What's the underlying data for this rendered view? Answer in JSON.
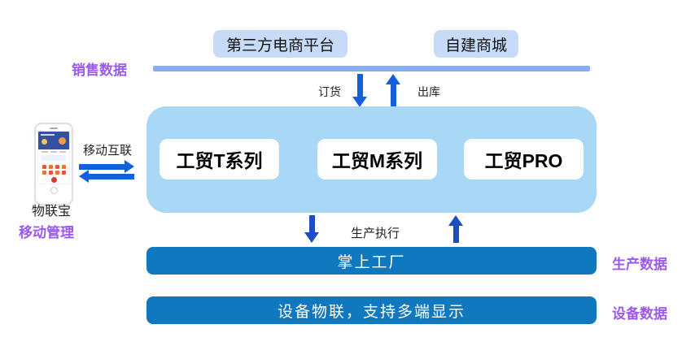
{
  "diagram": {
    "platforms": {
      "third_party": "第三方电商平台",
      "self_built": "自建商城"
    },
    "flow_labels": {
      "sales_data": "销售数据",
      "order": "订货",
      "outbound": "出库",
      "mobile_interconnect": "移动互联",
      "mobile_management": "移动管理",
      "production_execution": "生产执行",
      "production_data": "生产数据",
      "device_data": "设备数据"
    },
    "phone": {
      "caption": "物联宝"
    },
    "products": [
      {
        "label": "工贸T系列"
      },
      {
        "label": "工贸M系列"
      },
      {
        "label": "工贸PRO"
      }
    ],
    "bars": {
      "palm_factory": "掌上工厂",
      "device_iot": "设备物联，支持多端显示"
    },
    "colors": {
      "purple_label": "#9C59F0",
      "container_blue": "#A9D8F6",
      "platform_box_bg": "#C7DBF8",
      "connector_line": "#85AEF0",
      "solid_bar_blue": "#0F78BE",
      "arrow_bright_blue": "#1460DC",
      "arrow_dark_blue": "#1B4EC2"
    }
  }
}
